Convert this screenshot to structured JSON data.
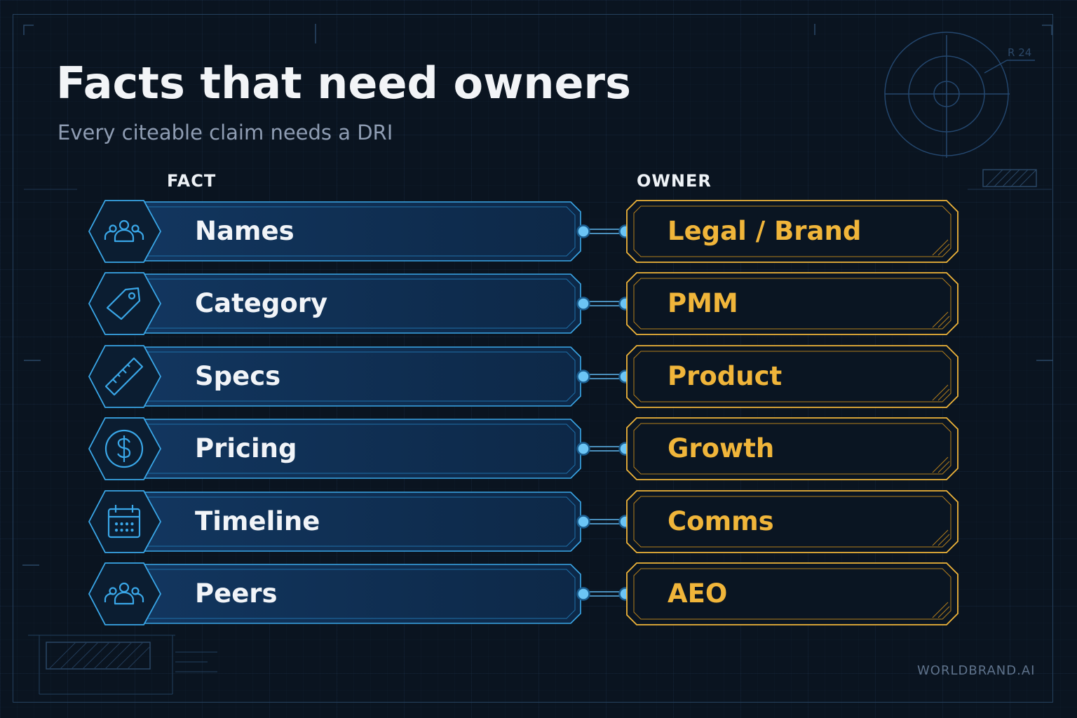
{
  "title": "Facts that need owners",
  "subtitle": "Every citeable claim needs a DRI",
  "columns": {
    "fact": "FACT",
    "owner": "OWNER"
  },
  "rows": [
    {
      "fact": "Names",
      "icon": "people-icon",
      "owner": "Legal / Brand"
    },
    {
      "fact": "Category",
      "icon": "tag-icon",
      "owner": "PMM"
    },
    {
      "fact": "Specs",
      "icon": "ruler-icon",
      "owner": "Product"
    },
    {
      "fact": "Pricing",
      "icon": "dollar-icon",
      "owner": "Growth"
    },
    {
      "fact": "Timeline",
      "icon": "calendar-icon",
      "owner": "Comms"
    },
    {
      "fact": "Peers",
      "icon": "people-icon",
      "owner": "AEO"
    }
  ],
  "decoration": {
    "radius_label": "R 24"
  },
  "brand": "WORLDBRAND.AI",
  "colors": {
    "background": "#0a1420",
    "fact_accent": "#3aa7e8",
    "owner_accent": "#f0b53a"
  }
}
